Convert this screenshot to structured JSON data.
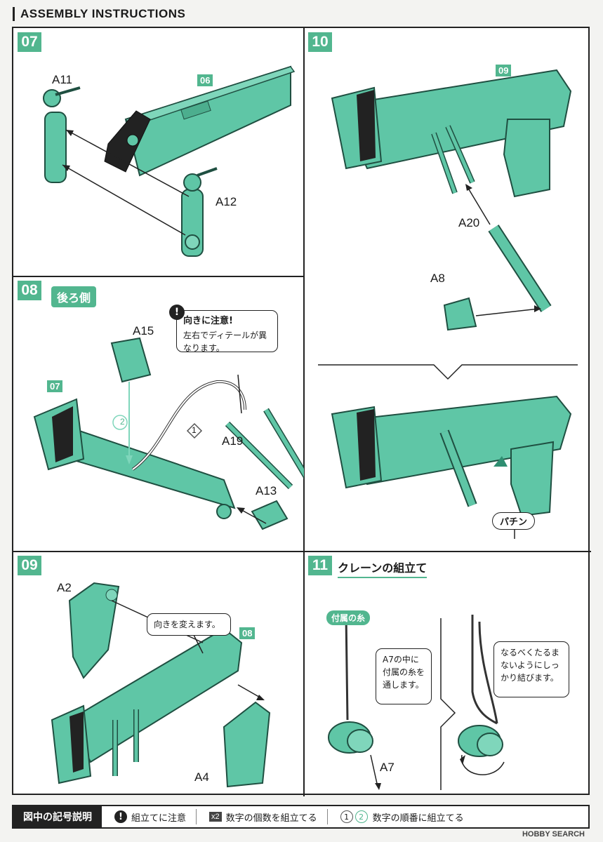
{
  "header": {
    "title": "ASSEMBLY INSTRUCTIONS"
  },
  "colors": {
    "accent": "#52b68f",
    "part": "#5fc6a6",
    "part_dark": "#2f8e71",
    "ink": "#222222"
  },
  "steps": {
    "s07": {
      "num": "07",
      "tag": "06",
      "labels": {
        "a11": "A11",
        "a12": "A12"
      }
    },
    "s08": {
      "num": "08",
      "subtitle": "後ろ側",
      "tag": "07",
      "labels": {
        "a15": "A15",
        "a19": "A19",
        "a13": "A13"
      },
      "order_marks": [
        "1",
        "2"
      ],
      "callout_title": "向きに注意!",
      "callout_text": "左右でディテールが異なります。"
    },
    "s09": {
      "num": "09",
      "tag": "08",
      "labels": {
        "a2": "A2",
        "a4": "A4"
      },
      "callout_text": "向きを変えます。"
    },
    "s10": {
      "num": "10",
      "tag": "09",
      "labels": {
        "a20": "A20",
        "a8": "A8"
      },
      "snap_label": "パチン"
    },
    "s11": {
      "num": "11",
      "subtitle": "クレーンの組立て",
      "thread_tag": "付属の糸",
      "label_a7": "A7",
      "callout_left": "A7の中に付属の糸を通します。",
      "callout_right": "なるべくたるまないようにしっかり結びます。"
    }
  },
  "legend": {
    "title": "図中の記号説明",
    "items": [
      {
        "icon": "!",
        "text": "組立てに注意"
      },
      {
        "icon": "x2",
        "text": "数字の個数を組立てる"
      },
      {
        "icon_a": "1",
        "icon_b": "2",
        "text": "数字の順番に組立てる"
      }
    ]
  },
  "watermark": "HOBBY SEARCH"
}
